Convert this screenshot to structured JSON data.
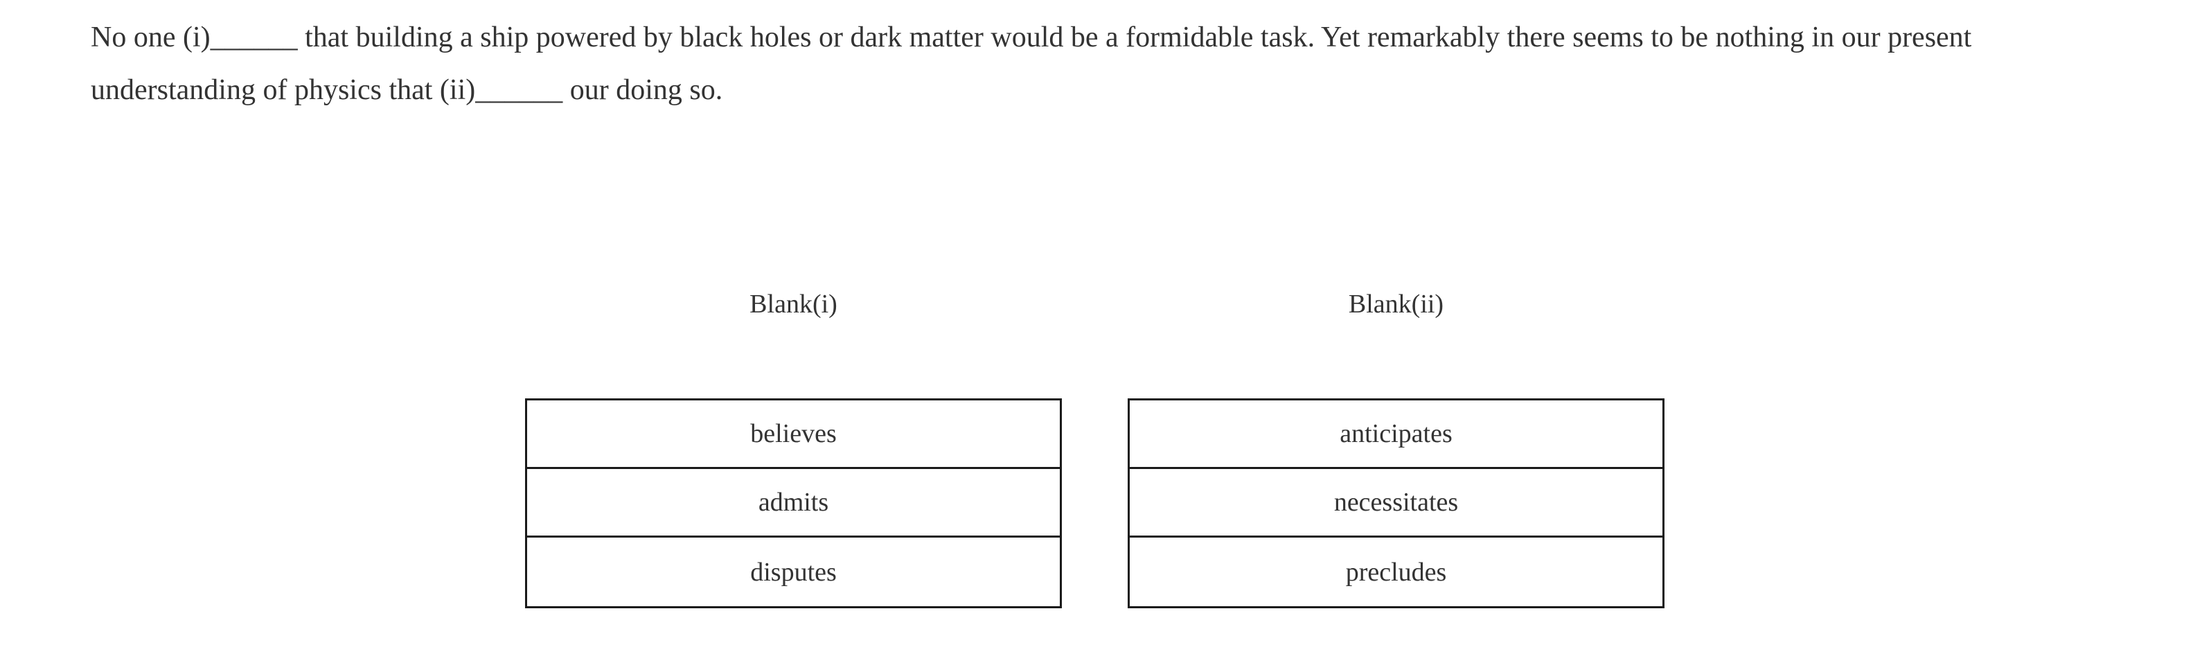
{
  "question": {
    "text_part_1": "No one (i)",
    "blank_1": "______",
    "text_part_2": " that building a ship powered by black holes or dark matter would be a formidable task. Yet remarkably there seems to be nothing in our present understanding of physics that (ii)",
    "blank_2": "______",
    "text_part_3": " our doing so.",
    "full_text": "No one (i)______ that building a ship powered by black holes or dark matter would be a formidable task. Yet remarkably there seems to be nothing in our present understanding of physics that (ii)______ our doing so."
  },
  "answer_columns": [
    {
      "header": "Blank(i)",
      "options": [
        "believes",
        "admits",
        "disputes"
      ]
    },
    {
      "header": "Blank(ii)",
      "options": [
        "anticipates",
        "necessitates",
        "precludes"
      ]
    }
  ],
  "colors": {
    "background": "#ffffff",
    "text": "#333333",
    "border": "#1a1a1a"
  }
}
